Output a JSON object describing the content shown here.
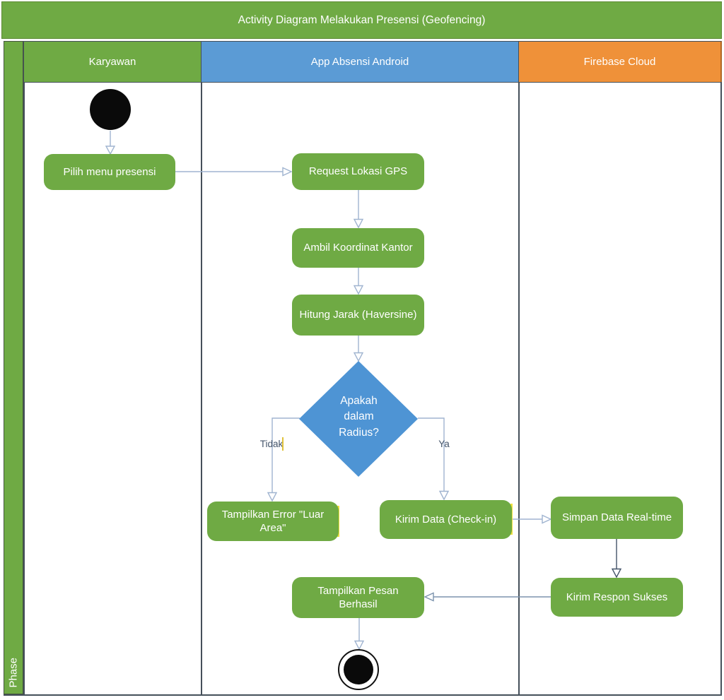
{
  "title": "Activity Diagram Melakukan Presensi (Geofencing)",
  "phase_label": "Phase",
  "lanes": {
    "karyawan": {
      "label": "Karyawan"
    },
    "app": {
      "label": "App Absensi Android"
    },
    "firebase": {
      "label": "Firebase Cloud"
    }
  },
  "nodes": {
    "pilih_menu": {
      "label": "Pilih menu presensi"
    },
    "request_lokasi": {
      "label": "Request Lokasi GPS"
    },
    "ambil_koordinat": {
      "label": "Ambil Koordinat Kantor"
    },
    "hitung_jarak": {
      "label": "Hitung Jarak (Haversine)"
    },
    "decision": {
      "label": "Apakah dalam Radius?"
    },
    "tampilkan_error": {
      "label": "Tampilkan Error \"Luar Area\""
    },
    "kirim_data": {
      "label": "Kirim Data (Check-in)"
    },
    "simpan_data": {
      "label": "Simpan Data Real-time"
    },
    "kirim_respon": {
      "label": "Kirim Respon Sukses"
    },
    "tampilkan_pesan": {
      "label": "Tampilkan Pesan Berhasil"
    }
  },
  "edges": {
    "tidak": "Tidak",
    "ya": "Ya"
  },
  "colors": {
    "green": "#6faa44",
    "header_blue": "#5b9bd5",
    "header_orange": "#ef9139",
    "diamond_blue": "#4e94d4",
    "arrow_light": "#a0b4d0",
    "arrow_medium": "#7d94ae",
    "arrow_dark": "#44546a",
    "grid": "#45505a",
    "selection_yellow": "#f2e13c",
    "text_white": "#ffffff"
  }
}
